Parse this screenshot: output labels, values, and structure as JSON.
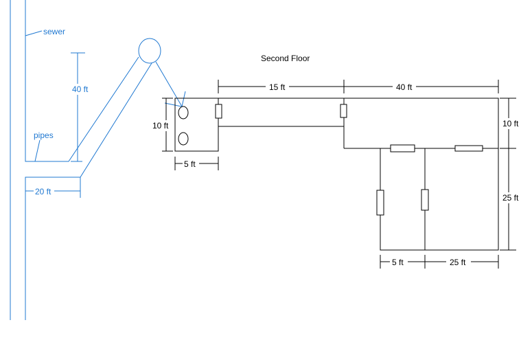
{
  "title": "Second Floor",
  "colors": {
    "plumbing": "#1f78d1",
    "floorplan": "#000000"
  },
  "plumbing_labels": {
    "sewer": "sewer",
    "pipes": "pipes",
    "height": "40 ft",
    "offset": "20 ft"
  },
  "small_room": {
    "height": "10 ft",
    "width": "5 ft"
  },
  "main_dims": {
    "corridor_length": "15 ft",
    "main_length": "40 ft",
    "upper_depth": "10 ft",
    "lower_depth": "25 ft",
    "left_room_width": "5 ft",
    "right_room_width": "25 ft"
  }
}
